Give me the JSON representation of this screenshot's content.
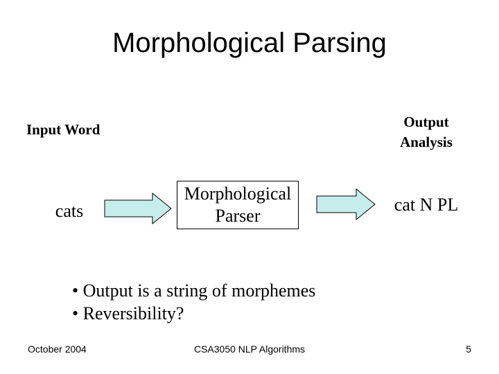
{
  "slide": {
    "title": "Morphological Parsing",
    "input_label": "Input Word",
    "output_label_line1": "Output",
    "output_label_line2": "Analysis",
    "input_word": "cats",
    "parser_line1": "Morphological",
    "parser_line2": "Parser",
    "output_analysis": "cat N PL",
    "bullets": [
      "• Output is a string of morphemes",
      "• Reversibility?"
    ],
    "footer": {
      "date": "October 2004",
      "course": "CSA3050 NLP Algorithms",
      "page": "5"
    }
  },
  "colors": {
    "arrow_fill": "#c6ecec",
    "arrow_stroke": "#000000"
  }
}
